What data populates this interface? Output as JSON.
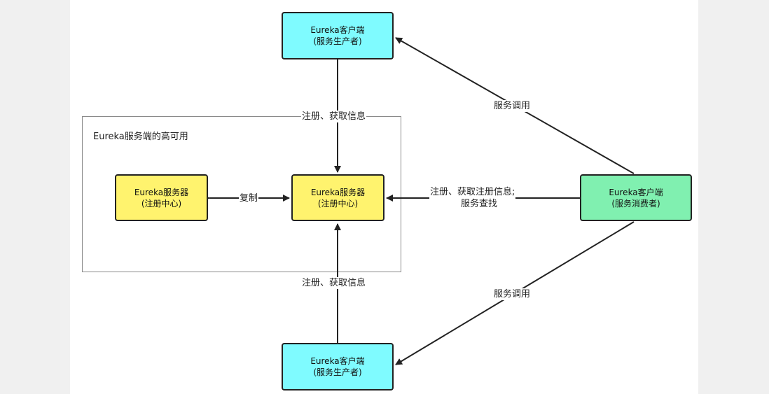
{
  "colors": {
    "server_fill": "#fff36e",
    "producer_fill": "#7ffbff",
    "consumer_fill": "#80f0b0",
    "stroke": "#222222",
    "group_border": "#8a8a8a"
  },
  "group": {
    "title": "Eureka服务端的高可用"
  },
  "nodes": {
    "server_left": {
      "line1": "Eureka服务器",
      "line2": "(注册中心)"
    },
    "server_main": {
      "line1": "Eureka服务器",
      "line2": "(注册中心)"
    },
    "producer_top": {
      "line1": "Eureka客户端",
      "line2": "(服务生产者)"
    },
    "producer_bottom": {
      "line1": "Eureka客户端",
      "line2": "(服务生产者)"
    },
    "consumer": {
      "line1": "Eureka客户端",
      "line2": "(服务消费者)"
    }
  },
  "edges": {
    "replicate": "复制",
    "register_top": "注册、获取信息",
    "register_bottom": "注册、获取信息",
    "consumer_register_line1": "注册、获取注册信息;",
    "consumer_register_line2": "服务查找",
    "call_top": "服务调用",
    "call_bottom": "服务调用"
  }
}
